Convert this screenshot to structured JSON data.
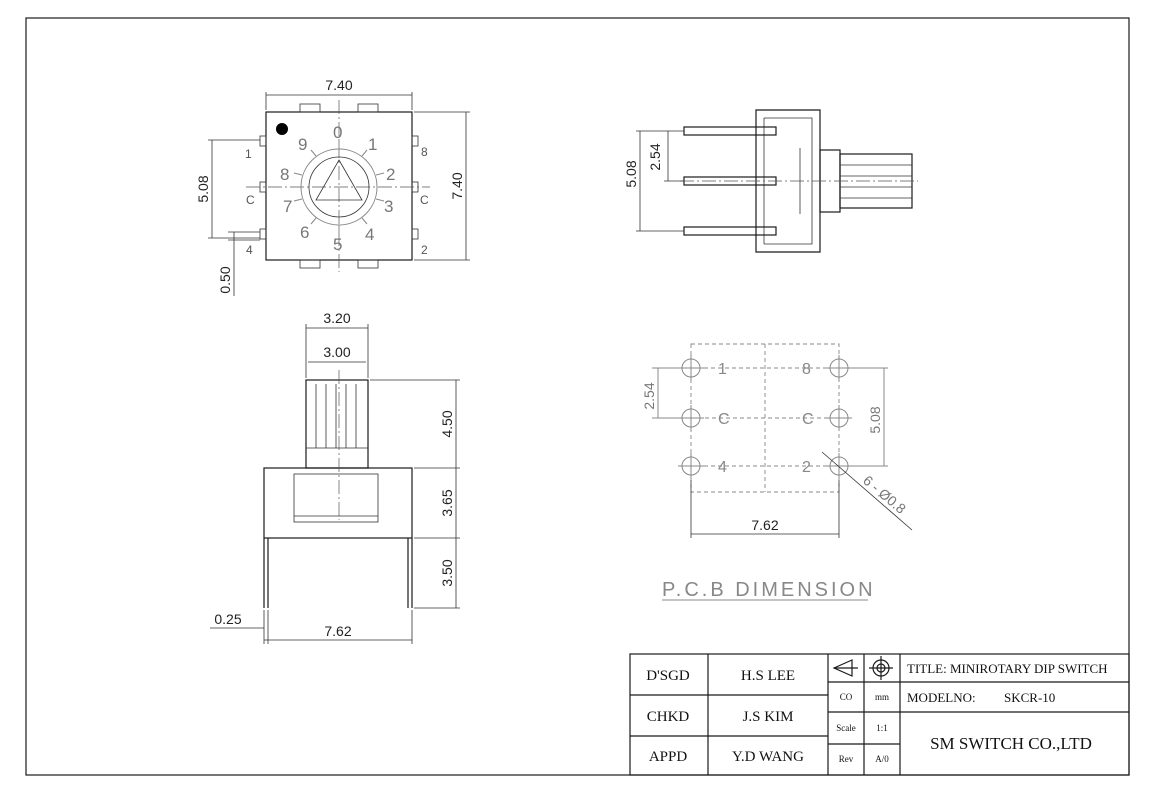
{
  "top_view": {
    "width_dim": "7.40",
    "height_dim": "7.40",
    "pin_pitch_dim": "5.08",
    "offset_dim": "0.50",
    "pins": {
      "left_top": "1",
      "left_mid": "C",
      "left_bottom": "4",
      "right_top": "8",
      "right_mid": "C",
      "right_bottom": "2"
    },
    "dial_digits": [
      "0",
      "1",
      "2",
      "3",
      "4",
      "5",
      "6",
      "7",
      "8",
      "9"
    ]
  },
  "side_view": {
    "pitch_dim": "2.54",
    "span_dim": "5.08"
  },
  "front_view": {
    "shaft_outer_dim": "3.20",
    "shaft_inner_dim": "3.00",
    "shaft_height_dim": "4.50",
    "body_height_dim": "3.65",
    "pin_length_dim": "3.50",
    "pin_thickness_dim": "0.25",
    "pin_span_dim": "7.62"
  },
  "pcb": {
    "caption": "P.C.B DIMENSION",
    "pitch_dim": "2.54",
    "span_dim": "5.08",
    "width_dim": "7.62",
    "hole_note": "6 - Ø0.8",
    "pins": {
      "left_top": "1",
      "left_mid": "C",
      "left_bottom": "4",
      "right_top": "8",
      "right_mid": "C",
      "right_bottom": "2"
    }
  },
  "title_block": {
    "designed_label": "D'SGD",
    "designed_by": "H.S LEE",
    "checked_label": "CHKD",
    "checked_by": "J.S KIM",
    "approved_label": "APPD",
    "approved_by": "Y.D WANG",
    "co_label": "CO",
    "unit": "mm",
    "scale_label": "Scale",
    "scale": "1:1",
    "rev_label": "Rev",
    "rev": "A/0",
    "title": "TITLE: MINIROTARY DIP SWITCH",
    "model_label": "MODELNO:",
    "model": "SKCR-10",
    "company": "SM SWITCH CO.,LTD"
  }
}
